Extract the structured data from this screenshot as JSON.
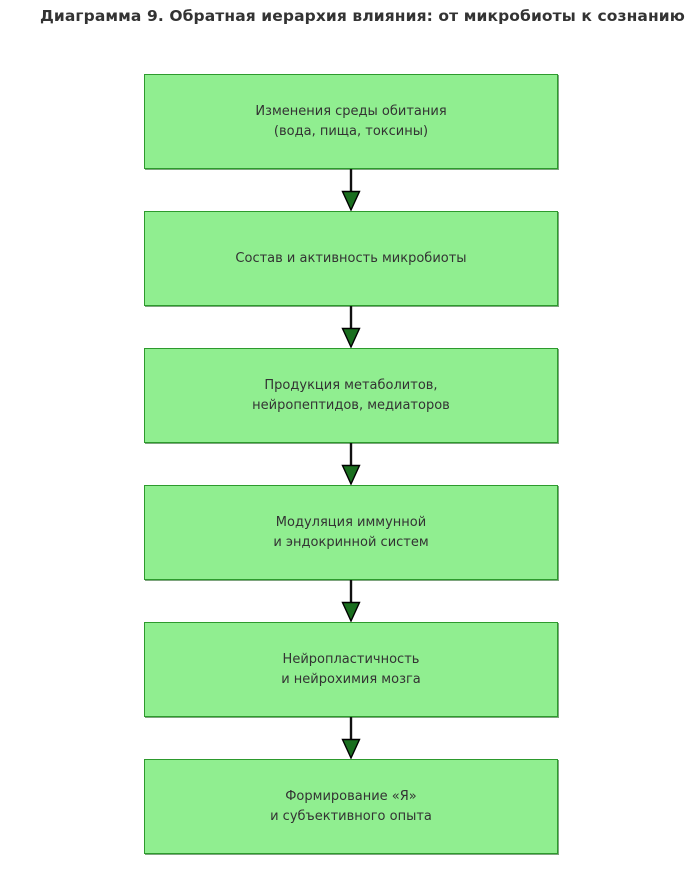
{
  "title": "Диаграмма 9. Обратная иерархия влияния: от микробиоты к сознанию",
  "diagram": {
    "type": "flowchart",
    "direction": "top-down",
    "node_count": 6
  },
  "nodes": [
    {
      "id": "environment",
      "lines": [
        "Изменения среды обитания",
        "(вода, пища, токсины)"
      ]
    },
    {
      "id": "microbiota",
      "lines": [
        "Состав и активность микробиоты"
      ]
    },
    {
      "id": "metabolites",
      "lines": [
        "Продукция метаболитов,",
        "нейропептидов, медиаторов"
      ]
    },
    {
      "id": "immune-endocrine",
      "lines": [
        "Модуляция иммунной",
        "и эндокринной систем"
      ]
    },
    {
      "id": "neuroplasticity",
      "lines": [
        "Нейропластичность",
        "и нейрохимия мозга"
      ]
    },
    {
      "id": "self-formation",
      "lines": [
        "Формирование «Я»",
        "и субъективного опыта"
      ]
    }
  ],
  "colors": {
    "node_fill": "#90ee90",
    "node_border": "#2d9a2d",
    "arrow_shaft": "#111111",
    "arrow_head": "#1a6e1f",
    "title_text": "#333333",
    "node_text": "#333333",
    "background": "#ffffff"
  }
}
